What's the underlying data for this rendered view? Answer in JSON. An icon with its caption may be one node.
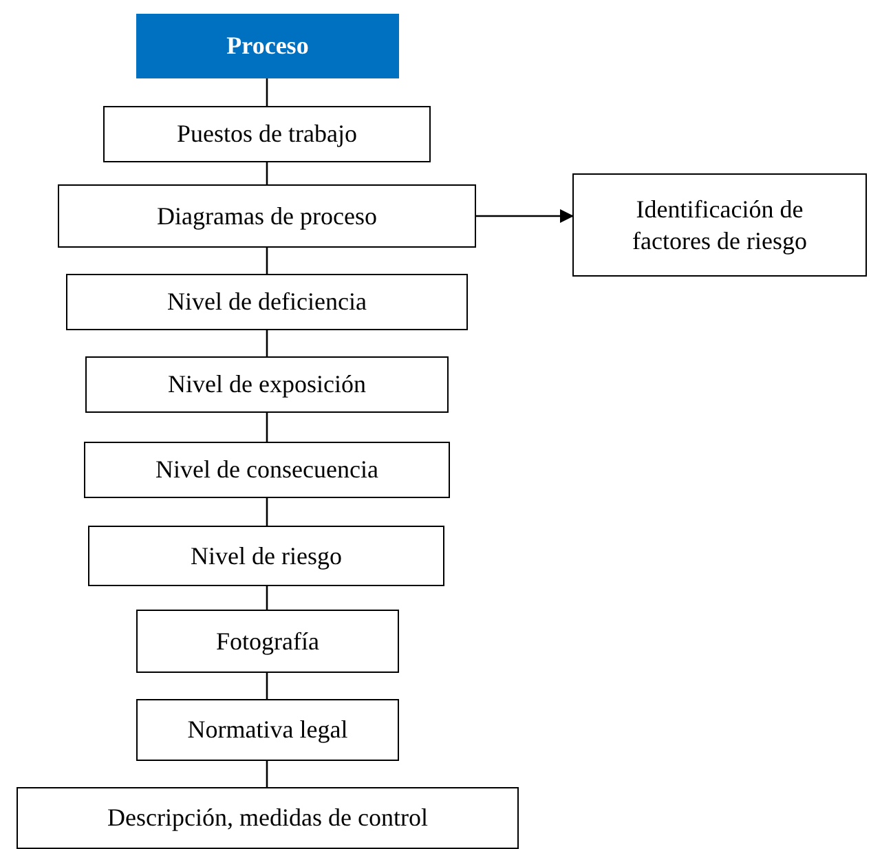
{
  "diagram": {
    "nodes": [
      {
        "text": [
          "Proceso"
        ]
      },
      {
        "text": [
          "Puestos de trabajo"
        ]
      },
      {
        "text": [
          "Diagramas de proceso"
        ]
      },
      {
        "text": [
          "Identificación de factores de riesgo"
        ]
      },
      {
        "text": [
          "Nivel de deficiencia"
        ]
      },
      {
        "text": [
          "Nivel de exposición"
        ]
      },
      {
        "text": [
          "Nivel de consecuencia"
        ]
      },
      {
        "text": [
          "Nivel de riesgo"
        ]
      },
      {
        "text": [
          "Fotografía"
        ]
      },
      {
        "text": [
          "Normativa legal"
        ]
      },
      {
        "text": [
          "Descripción, medidas de control"
        ]
      }
    ],
    "edges": [
      {
        "from": 0,
        "to": 1,
        "arrow": "none"
      },
      {
        "from": 1,
        "to": 2,
        "arrow": "none"
      },
      {
        "from": 2,
        "to": 3,
        "arrow": "to"
      },
      {
        "from": 2,
        "to": 4,
        "arrow": "none"
      },
      {
        "from": 4,
        "to": 5,
        "arrow": "none"
      },
      {
        "from": 5,
        "to": 6,
        "arrow": "none"
      },
      {
        "from": 6,
        "to": 7,
        "arrow": "none"
      },
      {
        "from": 7,
        "to": 8,
        "arrow": "none"
      },
      {
        "from": 8,
        "to": 9,
        "arrow": "none"
      },
      {
        "from": 9,
        "to": 10,
        "arrow": "none"
      }
    ]
  }
}
